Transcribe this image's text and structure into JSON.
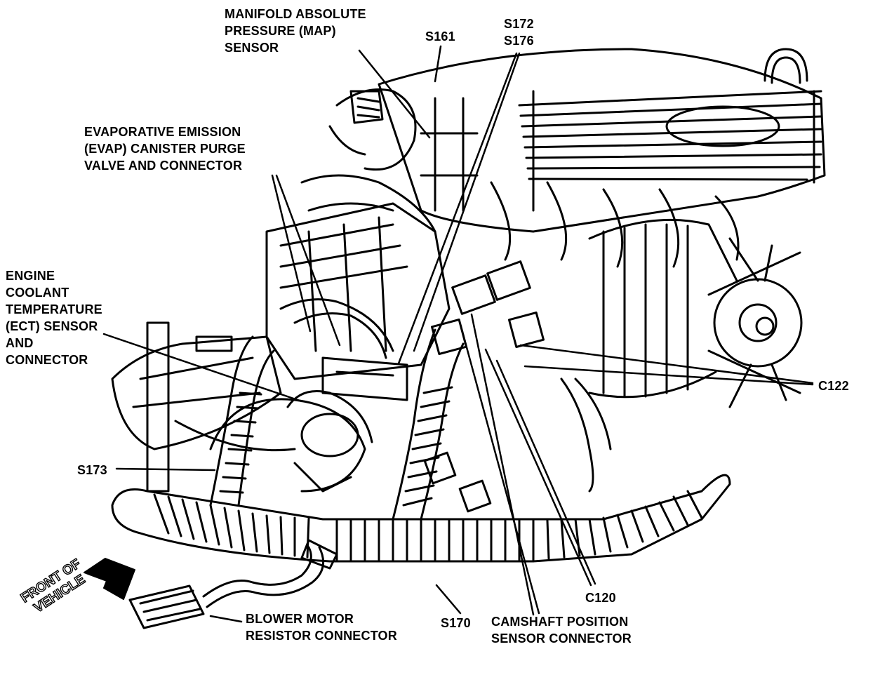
{
  "labels": {
    "map_sensor": [
      "MANIFOLD ABSOLUTE",
      "PRESSURE (MAP)",
      "SENSOR"
    ],
    "s161": "S161",
    "s172_s176": [
      "S172",
      "S176"
    ],
    "evap": [
      "EVAPORATIVE EMISSION",
      "(EVAP) CANISTER PURGE",
      "VALVE AND CONNECTOR"
    ],
    "ect": [
      "ENGINE",
      "COOLANT",
      "TEMPERATURE",
      "(ECT) SENSOR",
      "AND",
      "CONNECTOR"
    ],
    "c122": "C122",
    "s173": "S173",
    "c120": "C120",
    "s170": "S170",
    "blower": [
      "BLOWER MOTOR",
      "RESISTOR CONNECTOR"
    ],
    "camshaft": [
      "CAMSHAFT POSITION",
      "SENSOR CONNECTOR"
    ],
    "front_of_vehicle": [
      "FRONT OF",
      "VEHICLE"
    ]
  },
  "colors": {
    "ink": "#000000",
    "paper": "#ffffff"
  }
}
